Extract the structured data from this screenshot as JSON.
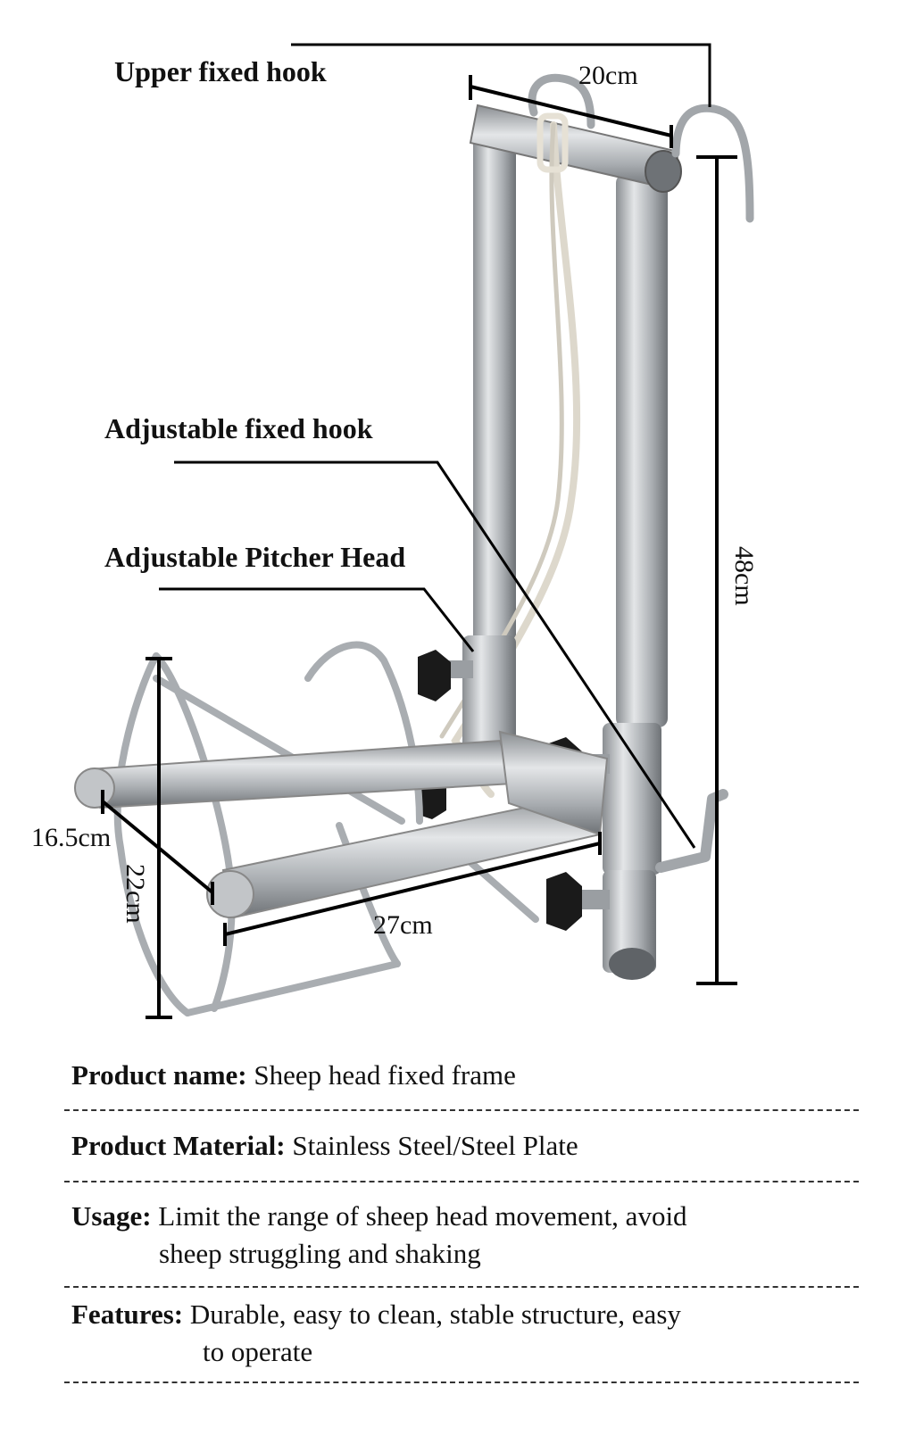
{
  "callouts": {
    "upper_fixed_hook": "Upper fixed hook",
    "adjustable_fixed_hook": "Adjustable fixed hook",
    "adjustable_pitcher_head": "Adjustable Pitcher Head"
  },
  "dimensions": {
    "top_width": "20cm",
    "height": "48cm",
    "base_depth": "16.5cm",
    "base_height": "22cm",
    "base_length": "27cm"
  },
  "specs": [
    {
      "label": "Product name:",
      "value": "Sheep head fixed frame",
      "cont": ""
    },
    {
      "label": "Product Material:",
      "value": "Stainless Steel/Steel Plate",
      "cont": ""
    },
    {
      "label": "Usage:",
      "value": "Limit the range of sheep head movement, avoid",
      "cont": "sheep struggling and shaking"
    },
    {
      "label": "Features:",
      "value": "Durable, easy to clean, stable structure, easy",
      "cont": "to operate"
    }
  ],
  "colors": {
    "metal": "#b9bcc0",
    "metal_dark": "#7e8286",
    "knob": "#1a1a1a",
    "line": "#000000"
  }
}
